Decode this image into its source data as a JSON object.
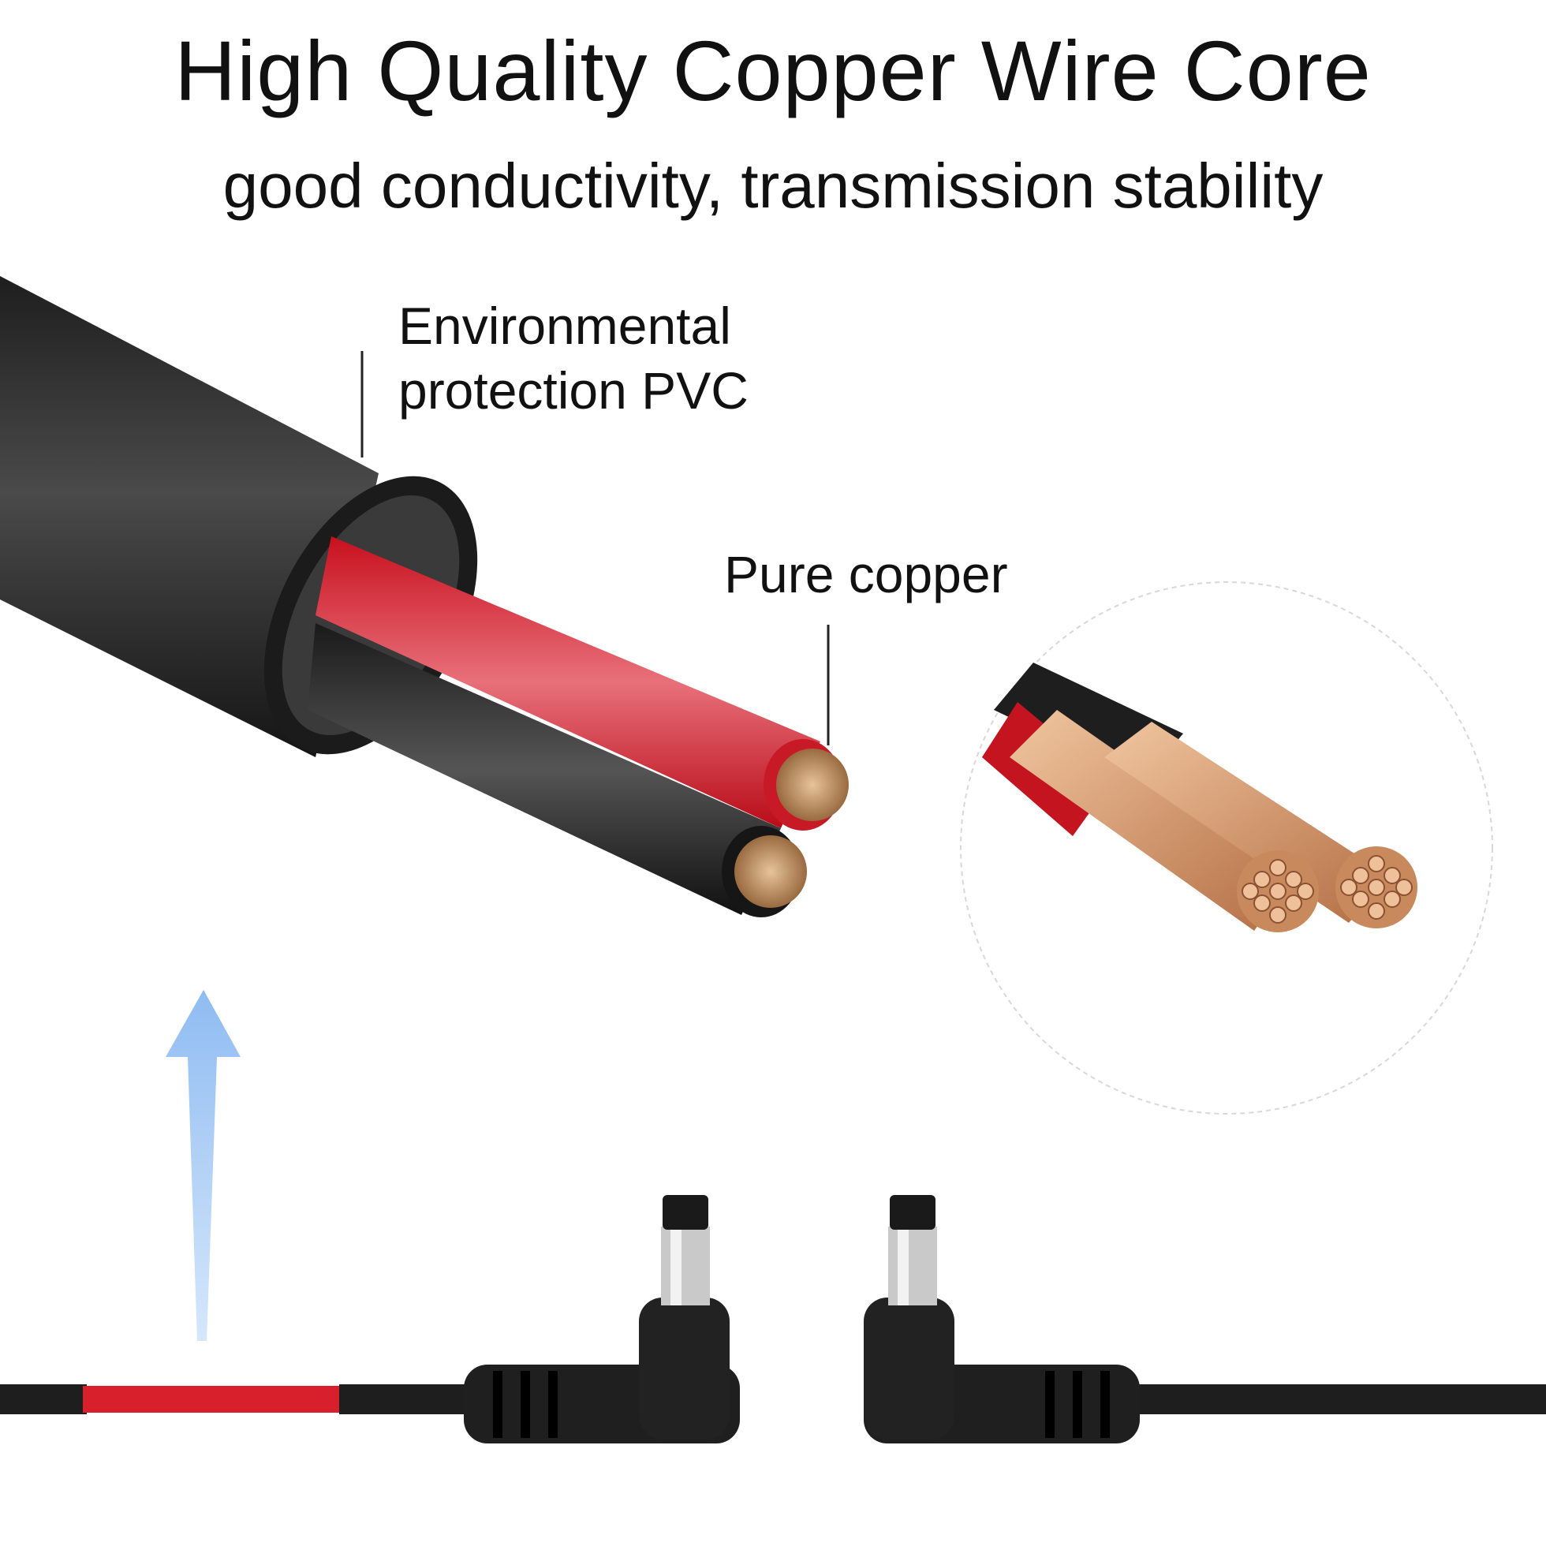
{
  "heading": {
    "title": "High Quality Copper Wire Core",
    "subtitle": "good conductivity, transmission stability"
  },
  "callouts": {
    "pvc_line1": "Environmental",
    "pvc_line2": "protection PVC",
    "copper": "Pure copper"
  },
  "colors": {
    "background": "#ffffff",
    "jacket": "#2a2a2a",
    "red_wire": "#d8202c",
    "copper": "#d6a27a",
    "arrow": "#9cc3f0"
  },
  "icons": [
    "up-arrow-icon",
    "dc-plug-icon"
  ]
}
